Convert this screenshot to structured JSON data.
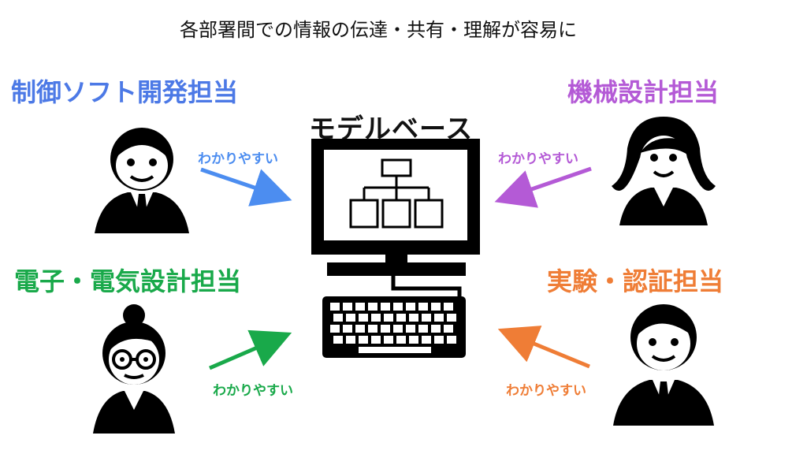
{
  "title": "各部署間での情報の伝達・共有・理解が容易に",
  "center": {
    "label": "モデルベース"
  },
  "roles": {
    "top_left": {
      "label": "制御ソフト開発担当",
      "note": "わかりやすい",
      "color": "#4c79e6"
    },
    "top_right": {
      "label": "機械設計担当",
      "note": "わかりやすい",
      "color": "#b45ad6"
    },
    "bottom_left": {
      "label": "電子・電気設計担当",
      "note": "わかりやすい",
      "color": "#19a94a"
    },
    "bottom_right": {
      "label": "実験・認証担当",
      "note": "わかりやすい",
      "color": "#ef7d36"
    }
  }
}
